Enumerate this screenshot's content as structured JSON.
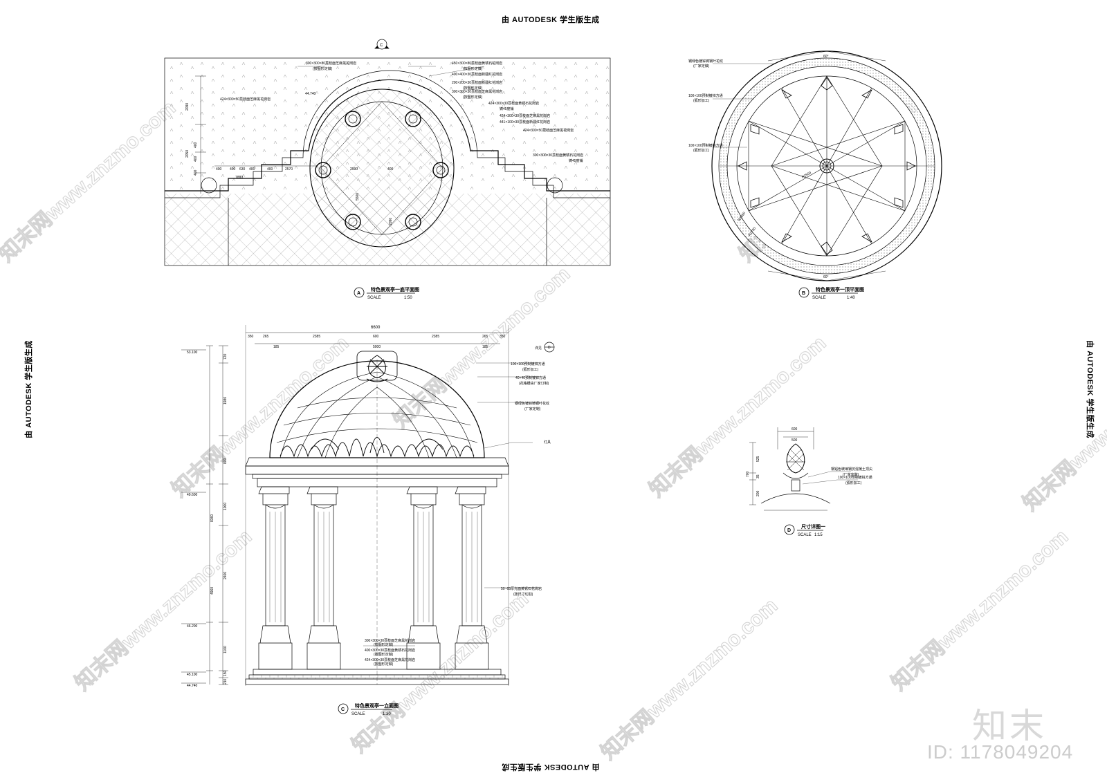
{
  "stamps": {
    "top": "由 AUTODESK 学生版生成",
    "bottom": "由 AUTODESK 学生版生成",
    "left": "由 AUTODESK 学生版生成",
    "right": "由 AUTODESK 学生版生成"
  },
  "watermark": {
    "site": "知末网www.znzmo.com",
    "brand": "知末",
    "id": "ID: 1178049204"
  },
  "view_a": {
    "marker": "A",
    "title": "特色景观亭一底平面图",
    "scale_label": "SCALE",
    "scale": "1:50",
    "section_mark": "C",
    "elevation": "44.740",
    "notes": [
      "300×300×80荔枝面芝麻黑花岗岩",
      "(按图形定做)",
      "450×300×80荔枝面黄锈石花岗岩",
      "(按图形定做)",
      "400×400×30荔枝面新疆红花岗岩",
      "200×200×30荔枝面新疆红花岗岩",
      "(按图形定做)",
      "300×300×30荔枝面芝麻黑花岗岩",
      "(按图形定做)",
      "424×300×50荔枝面芝麻黑花岗岩",
      "424×300×30荔枝面黄锈石花岗岩",
      "铸45度铺",
      "424×300×30荔枝面芝麻黑花岗岩",
      "441×100×30荔枝面新疆红花岗岩",
      "424×300×50荔枝面芝麻黑花岗岩",
      "300×300×30荔枝面黄锈石花岗岩",
      "铸45度铺"
    ],
    "dims_left": [
      "2090",
      "2050",
      "400",
      "400",
      "400"
    ],
    "dims_h": [
      "400",
      "400",
      "400",
      "630",
      "400",
      "1880",
      "2570",
      "2990",
      "400"
    ],
    "dims_v": [
      "5500",
      "2090"
    ]
  },
  "view_b": {
    "marker": "B",
    "title": "特色景观亭一顶平面图",
    "scale_label": "SCALE",
    "scale": "1:40",
    "angle": "60°",
    "notes": [
      "钢绿色镀锌铸钢叶花纹",
      "(厂家定做)",
      "100×100预制镀锌方通",
      "(弧形加工)",
      "100×100预制镀锌方通",
      "(弧形加工)"
    ],
    "radius": "R2500",
    "dims": [
      "R2950",
      "R2750"
    ]
  },
  "view_c": {
    "marker": "C",
    "title": "特色景观亭一立面图",
    "scale_label": "SCALE",
    "scale": "1:30",
    "detail_mark": "D",
    "detail_ref": "详见",
    "top_dims": [
      "6600",
      "350",
      "265",
      "2385",
      "600",
      "2385",
      "265",
      "350",
      "185",
      "5000",
      "185"
    ],
    "left_elevations": [
      "53.100",
      "49.600",
      "46.200",
      "45.100",
      "44.740"
    ],
    "left_dims": [
      "720",
      "1980",
      "800",
      "8360",
      "1000",
      "2400",
      "4960",
      "1100",
      "150",
      "210"
    ],
    "notes": [
      "100×100预制镀锌方通",
      "(弧形加工)",
      "40×40预制镀锌方通",
      "(花格栅由厂家订制)",
      "钢绿色镀锌铸钢叶花纹",
      "(厂家定制)",
      "灯具",
      "50~65厚光面黄锈石花岗岩",
      "(按尺寸切割)",
      "300×300×30荔枝面芝麻黑花岗岩",
      "(按图形定做)",
      "400×300×30荔枝面黄锈石花岗岩",
      "(按图形定做)",
      "424×300×30荔枝面芝麻黑花岗岩",
      "(按图形定做)"
    ]
  },
  "view_d": {
    "marker": "D",
    "title": "尺寸详图一",
    "scale_label": "SCALE",
    "scale": "1:15",
    "top_dims": [
      "600",
      "500"
    ],
    "left_dims": [
      "700",
      "525",
      "35",
      "200"
    ],
    "notes": [
      "钢铝色玻璃钢仿混凝土顶尖",
      "(厂家定做)",
      "100×100预制镀锌方通",
      "(弧形加工)"
    ]
  }
}
